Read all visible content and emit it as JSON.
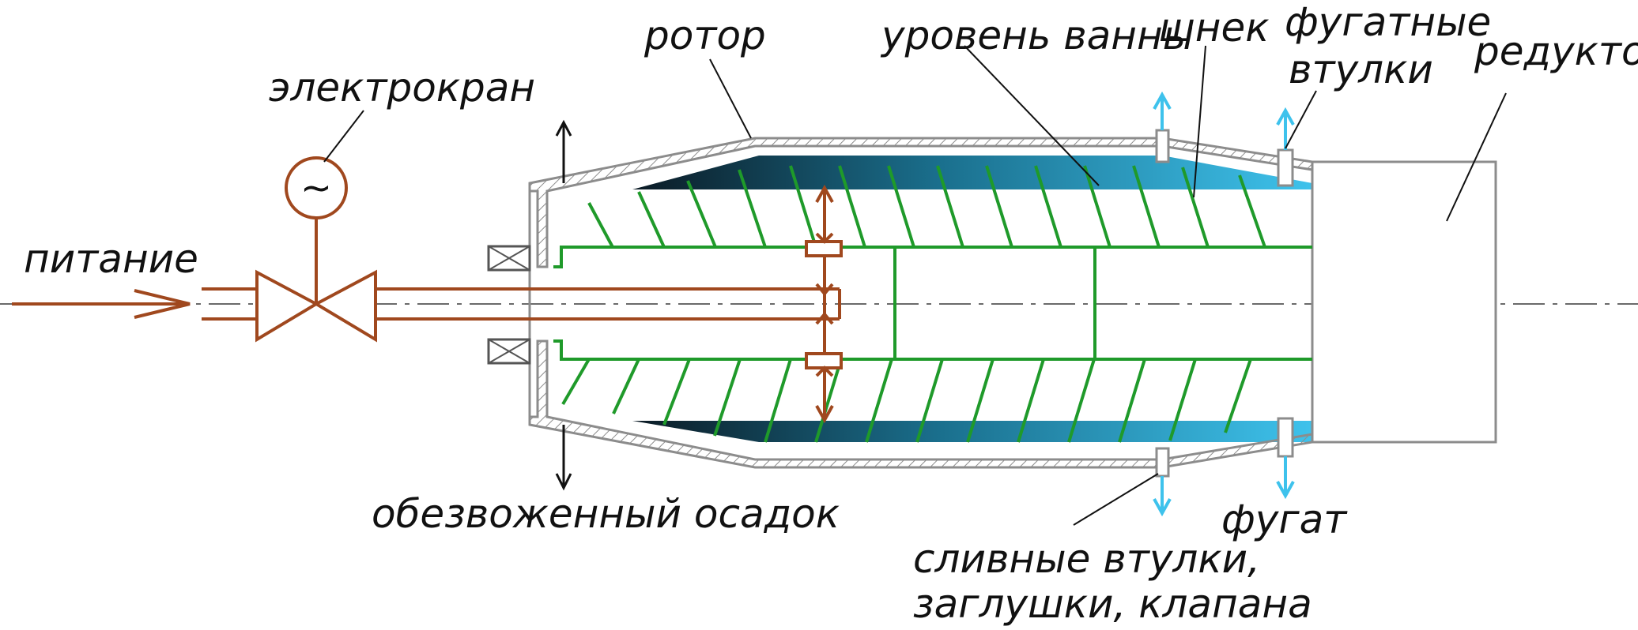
{
  "labels": {
    "feed": "питание",
    "valve": "электрокран",
    "rotor": "ротор",
    "bath_level": "уровень ванны",
    "screw": "шнек",
    "centrate_bushings_1": "фугатные",
    "centrate_bushings_2": "втулки",
    "gearbox": "редуктор",
    "dewatered_sludge": "обезвоженный осадок",
    "centrate": "фугат",
    "drain_1": "сливные втулки,",
    "drain_2": "заглушки, клапана"
  },
  "icons": {
    "valve_motor_symbol": "~"
  },
  "colors": {
    "pipe": "#a0481e",
    "screw": "#1f9a2a",
    "housing": "#8c8c8c",
    "liquid_dark": "#0b1a24",
    "liquid_light": "#3ec2ec",
    "centrate_arrow": "#3ec2ec",
    "text": "#111111"
  }
}
